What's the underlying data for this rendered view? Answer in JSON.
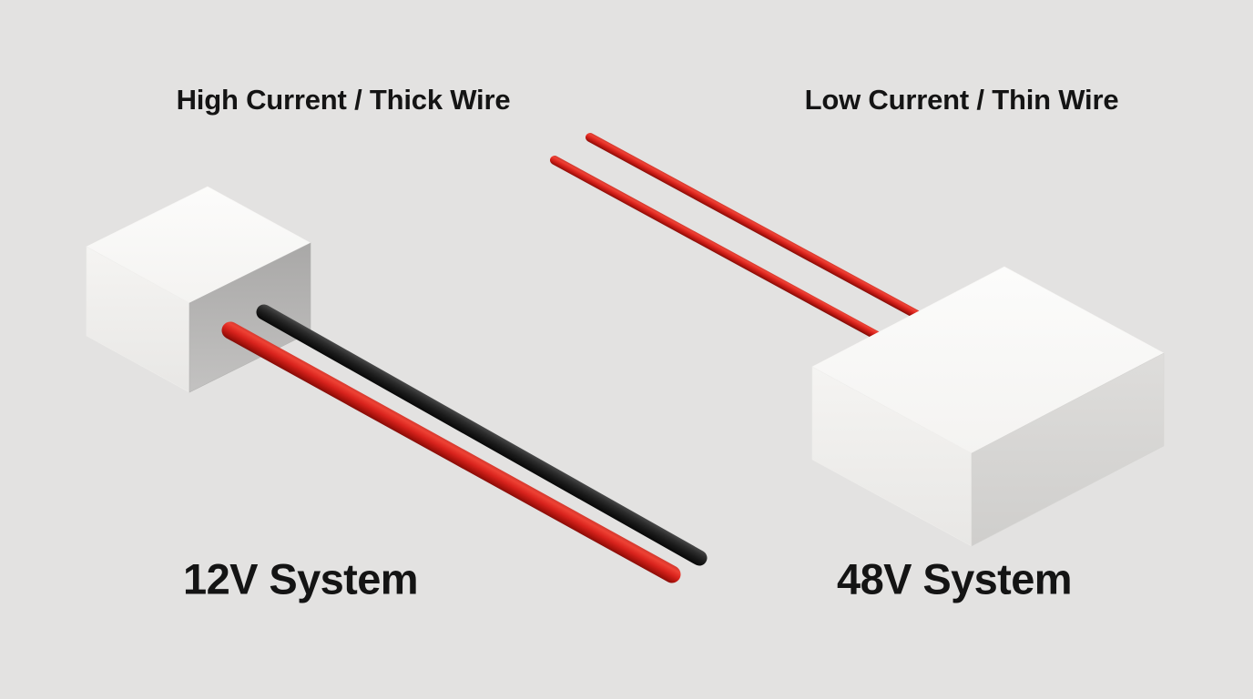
{
  "panels": {
    "left": {
      "heading": "High Current / Thick Wire",
      "caption": "12V System",
      "box": "small-white-box",
      "wires": [
        {
          "name": "positive-wire",
          "color": "red",
          "thickness": "thick"
        },
        {
          "name": "negative-wire",
          "color": "black",
          "thickness": "thick"
        }
      ]
    },
    "right": {
      "heading": "Low Current / Thin Wire",
      "caption": "48V System",
      "box": "large-white-box",
      "wires": [
        {
          "name": "positive-wire-1",
          "color": "red",
          "thickness": "thin"
        },
        {
          "name": "positive-wire-2",
          "color": "red",
          "thickness": "thin"
        }
      ]
    }
  },
  "colors": {
    "background": "#e3e2e1",
    "text": "#141414",
    "wire_red": "#d9231d",
    "wire_black": "#1a1a1a",
    "box_white": "#f9f8f6",
    "box_shade_small": "#b5b4b3",
    "box_shade_large": "#d6d5d3"
  }
}
